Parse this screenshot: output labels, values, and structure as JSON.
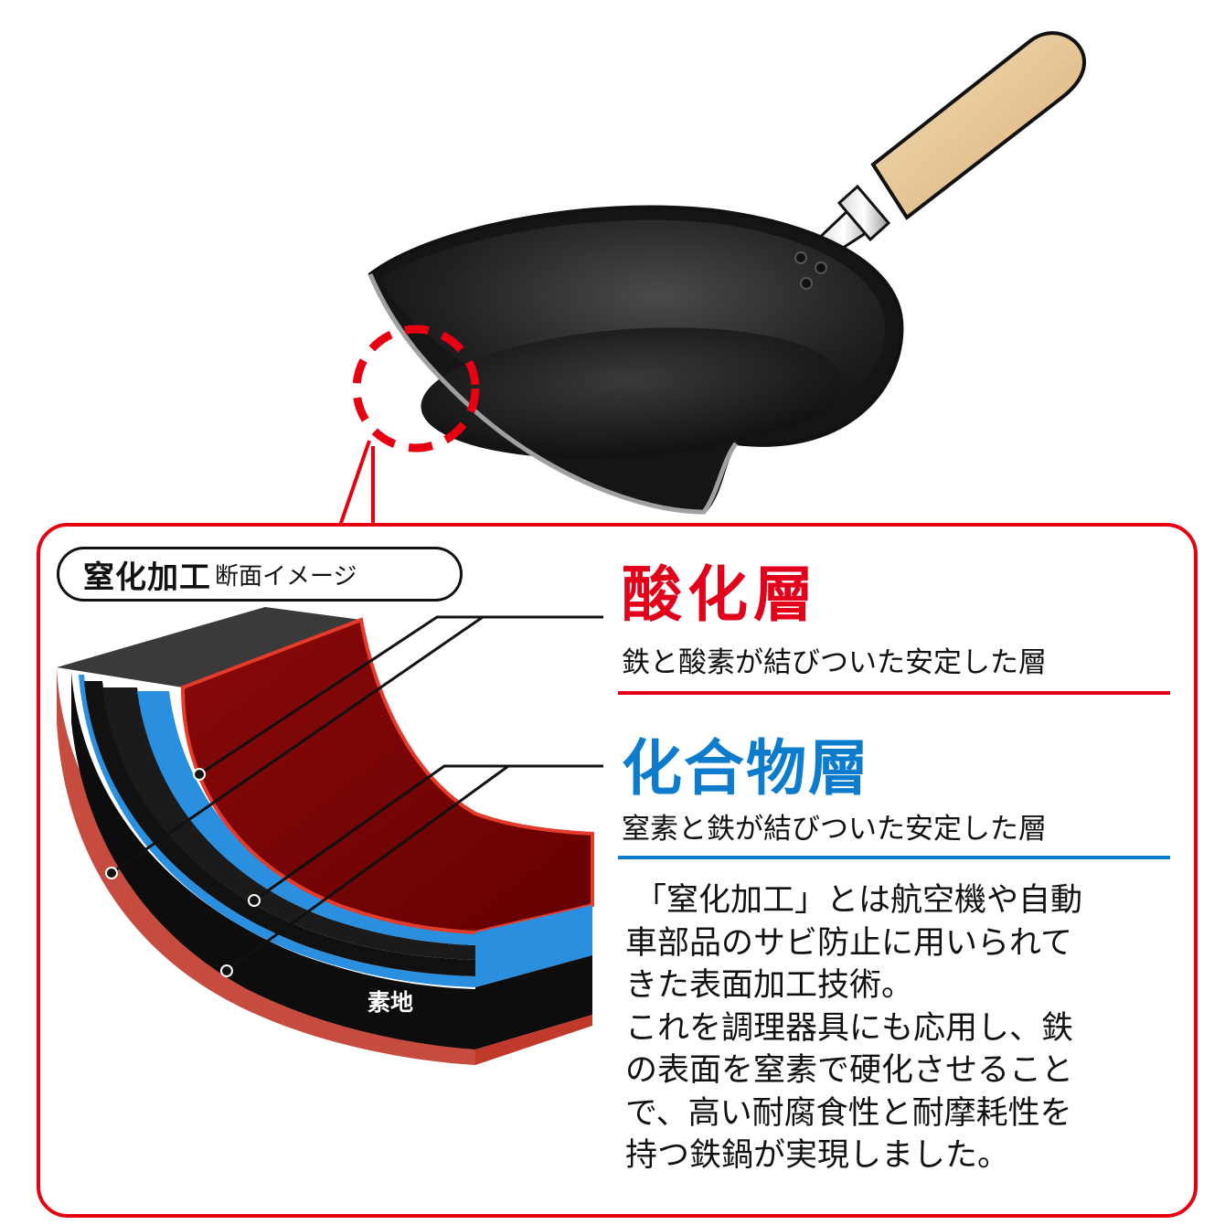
{
  "title": {
    "main": "窒化加工",
    "sub": "断面イメージ"
  },
  "oxide_layer": {
    "heading": "酸化層",
    "description": "鉄と酸素が結びついた安定した層"
  },
  "compound_layer": {
    "heading": "化合物層",
    "description": "窒素と鉄が結びついた安定した層"
  },
  "base_label": "素地",
  "explanation_lines": [
    "「窒化加工」とは航空機や自動",
    "車部品のサビ防止に用いられて",
    "きた表面加工技術。",
    "これを調理器具にも応用し、鉄",
    "の表面を窒素で硬化させること",
    "で、高い耐腐食性と耐摩耗性を",
    "持つ鉄鍋が実現しました。"
  ],
  "colors": {
    "accent_red": "#e2001a",
    "accent_blue": "#0d7ccc",
    "pan_body": "#1a1a1a",
    "handle_wood": "#e9c99a"
  }
}
